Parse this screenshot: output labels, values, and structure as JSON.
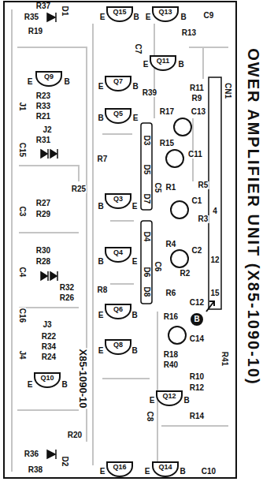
{
  "diagram": {
    "title": "OWER AMPLIFIER UNIT (X85-1090-10)",
    "nodes": [
      {
        "text": [
          "Q15"
        ]
      },
      {
        "text": [
          "Q13"
        ]
      },
      {
        "text": [
          "Q11"
        ]
      },
      {
        "text": [
          "Q9"
        ]
      },
      {
        "text": [
          "Q7"
        ]
      },
      {
        "text": [
          "Q5"
        ]
      },
      {
        "text": [
          "Q3"
        ]
      },
      {
        "text": [
          "Q4"
        ]
      },
      {
        "text": [
          "Q6"
        ]
      },
      {
        "text": [
          "Q8"
        ]
      },
      {
        "text": [
          "Q10"
        ]
      },
      {
        "text": [
          "Q12"
        ]
      },
      {
        "text": [
          "Q16"
        ]
      },
      {
        "text": [
          "Q14"
        ]
      }
    ],
    "labels": [
      "R37",
      "R35",
      "D1",
      "R19",
      "E",
      "B",
      "E",
      "B",
      "C9",
      "R13",
      "C7",
      "E",
      "B",
      "R39",
      "R11",
      "R9",
      "CN1",
      "E",
      "B",
      "E",
      "B",
      "R23",
      "R33",
      "R21",
      "J1",
      "B",
      "E",
      "R17",
      "C13",
      "D3",
      "R15",
      "C11",
      "J2",
      "R31",
      "C15",
      "R7",
      "D5",
      "C5",
      "R1",
      "R5",
      "C1",
      "R25",
      "R27",
      "R29",
      "B",
      "E",
      "D7",
      "C3",
      "4",
      "R3",
      "D4",
      "R30",
      "R28",
      "R4",
      "C2",
      "B",
      "E",
      "C4",
      "C6",
      "12",
      "R2",
      "D6",
      "R32",
      "R26",
      "R8",
      "R6",
      "C12",
      "15",
      "D8",
      "E",
      "B",
      "C16",
      "J3",
      "R16",
      "B",
      "C14",
      "R22",
      "R34",
      "R24",
      "J4",
      "E",
      "B",
      "R18",
      "R40",
      "R41",
      "R10",
      "R12",
      "X85-1090-10",
      "E",
      "B",
      "E",
      "B",
      "C8",
      "R14",
      "R20",
      "R36",
      "D2",
      "R38",
      "E",
      "E",
      "B",
      "C10"
    ]
  }
}
